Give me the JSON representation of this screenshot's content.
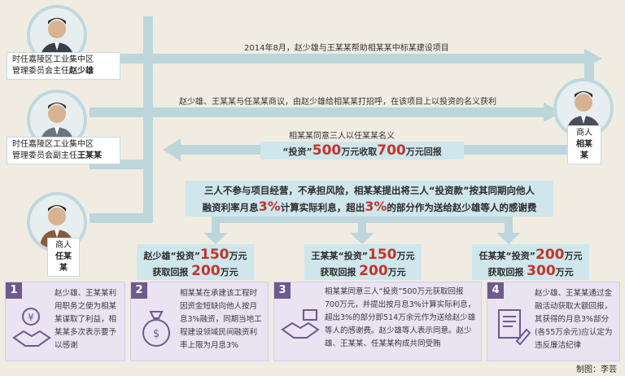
{
  "people": {
    "zhao": {
      "title_line1": "时任嘉陵区工业集中区",
      "title_line2": "管理委员会主任",
      "name": "赵少雄"
    },
    "wang": {
      "title_line1": "时任嘉陵区工业集中区",
      "title_line2": "管理委员会副主任",
      "name": "王某某"
    },
    "ren": {
      "title": "商人",
      "name": "任某某"
    },
    "xiang": {
      "title": "商人",
      "name": "相某某"
    }
  },
  "flow": {
    "step1": "2014年8月，赵少雄与王某某帮助相某某中标某建设项目",
    "step2": "赵少雄、王某某与任某某商议，由赵少雄给相某某打招呼，在该项目上以投资的名义获利",
    "step3_intro": "相某某同意三人以任某某名义",
    "step3_pre": "“投资”",
    "step3_invest": "500",
    "step3_mid": "万元收取",
    "step3_return": "700",
    "step3_post": "万元回报"
  },
  "terms": {
    "line1": "三人不参与项目经营，不承担风险，相某某提出将三人“投资款”按其同期向他人",
    "line2_a": "融资利率月息",
    "rate1": "3%",
    "line2_b": "计算实际利息，超出",
    "rate2": "3%",
    "line2_c": "的部分作为送给赵少雄等人的感谢费"
  },
  "payouts": [
    {
      "line1": "赵少雄“投资”",
      "invest": "150",
      "unit1": "万元",
      "line2": "获取回报",
      "ret": "200",
      "unit2": "万元"
    },
    {
      "line1": "王某某“投资”",
      "invest": "150",
      "unit1": "万元",
      "line2": "获取回报",
      "ret": "200",
      "unit2": "万元"
    },
    {
      "line1": "任某某“投资”",
      "invest": "200",
      "unit1": "万元",
      "line2": "获取回报",
      "ret": "300",
      "unit2": "万元"
    }
  ],
  "notes": [
    {
      "idx": "1",
      "text": "赵少雄、王某某利用职务之便为相某某谋取了利益，相某某多次表示要予以感谢",
      "icon": "handshake-icon"
    },
    {
      "idx": "2",
      "text": "相某某在承建该工程时因资金短缺向他人按月息3%融资，同期当地工程建设领域民间融资利率上限为月息3%",
      "icon": "money-bag-icon"
    },
    {
      "idx": "3",
      "text": "相某某同意三人“投资”500万元获取回报700万元，并提出按月息3%计算实际利息，超出3%的部分即514万余元作为送给赵少雄等人的感谢费。赵少雄等人表示同意。赵少雄、王某某、任某某构成共同受贿",
      "icon": "deal-icon"
    },
    {
      "idx": "4",
      "text": "赵少雄、王某某通过金融活动获取大额回报，其获得的月息3%部分(各55万余元)应认定为违反廉洁纪律",
      "icon": "document-icon"
    }
  ],
  "credit": "制图：李芸",
  "colors": {
    "accent": "#c2352a",
    "band": "#cfe6ec",
    "arrow": "#bcd6dc",
    "note_bg": "#eae3f2",
    "note_idx": "#6e5a8e"
  }
}
